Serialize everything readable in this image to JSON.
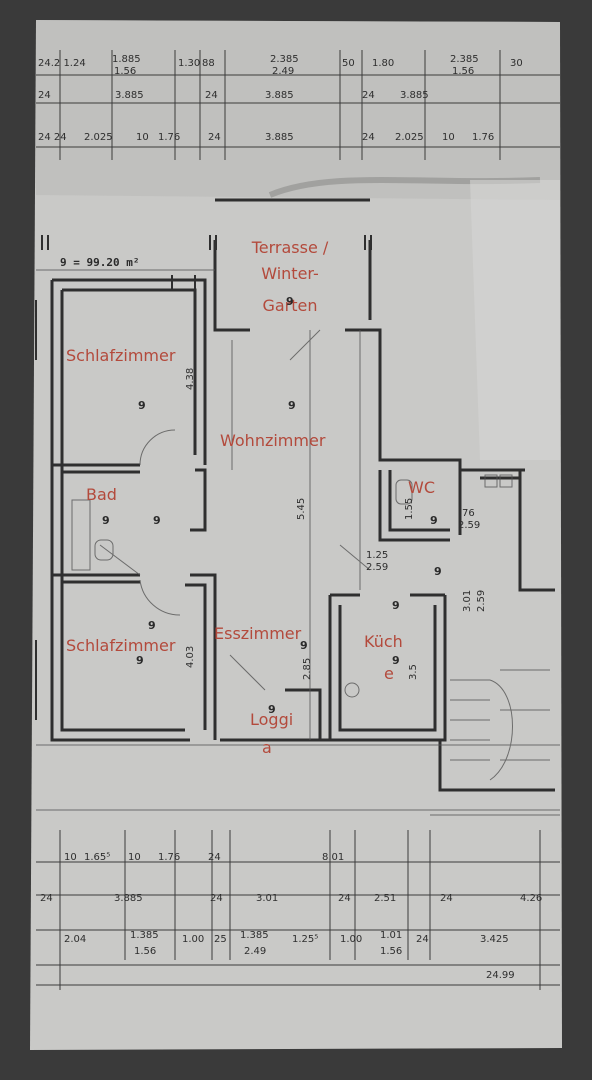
{
  "plan": {
    "area_label": "9 = 99.20 m²",
    "rooms": {
      "terrasse_line1": "Terrasse /",
      "terrasse_line2": "Winter-",
      "terrasse_line3": "Garten",
      "schlafzimmer_1": "Schlafzimmer",
      "wohnzimmer": "Wohnzimmer",
      "bad": "Bad",
      "wc": "WC",
      "schlafzimmer_2": "Schlafzimmer",
      "esszimmer": "Esszimmer",
      "kueche_line1": "Küch",
      "kueche_line2": "e",
      "loggia_line1": "Loggi",
      "loggia_line2": "a"
    },
    "zone_marks": [
      "9",
      "9",
      "9",
      "9",
      "9",
      "9",
      "9",
      "9",
      "9",
      "9",
      "9",
      "9",
      "9"
    ],
    "dims_top_row1": [
      "24.2 1.24",
      "1.885",
      "1.56",
      "1.30",
      "88",
      "2.385",
      "2.49",
      "50",
      "1.80",
      "2.385",
      "1.56",
      "30"
    ],
    "dims_top_row2": [
      "24",
      "3.885",
      "24",
      "3.885",
      "24",
      "3.885"
    ],
    "dims_top_row3": [
      "24 24",
      "2.025",
      "10",
      "1.76",
      "24",
      "3.885",
      "24",
      "2.025",
      "10",
      "1.76"
    ],
    "dims_bottom_row1": [
      "10",
      "1.65⁵",
      "10",
      "1.76",
      "24",
      "8.01"
    ],
    "dims_bottom_row2": [
      "24",
      "3.885",
      "24",
      "3.01",
      "24",
      "2.51",
      "24",
      "4.26"
    ],
    "dims_bottom_row3": [
      "2.04",
      "1.385",
      "1.56",
      "1.00",
      "25",
      "1.385",
      "2.49",
      "1.25⁵",
      "1.00",
      "1.01",
      "1.56",
      "24",
      "3.425"
    ],
    "dims_bottom_total": "24.99",
    "dims_inner": [
      "1.25",
      "2.59",
      "1.55",
      "76",
      "2.59",
      "3.01",
      "2.59",
      "5.45",
      "4.38",
      "4.03",
      "2.85",
      "3.5"
    ]
  }
}
